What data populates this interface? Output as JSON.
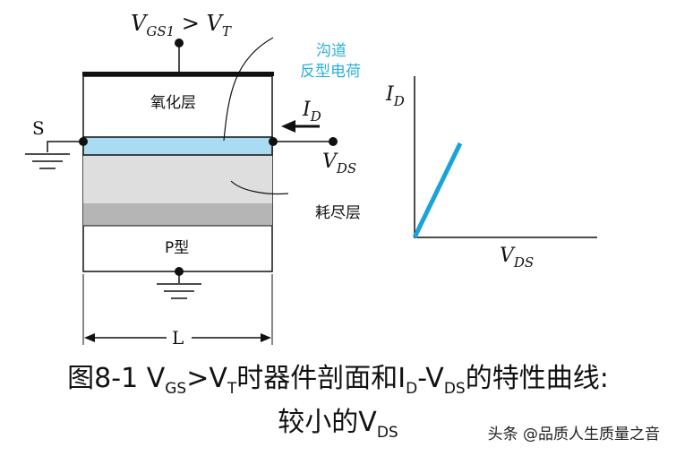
{
  "device": {
    "gate_label": {
      "v": "V",
      "sub": "GS1",
      "op": " > ",
      "v2": "V",
      "sub2": "T"
    },
    "channel_annotation": [
      "沟道",
      "反型电荷"
    ],
    "oxide_label": "氧化层",
    "source_label": "S",
    "current_label": {
      "v": "I",
      "sub": "D"
    },
    "drain_label": {
      "v": "V",
      "sub": "DS"
    },
    "depletion_label": "耗尽层",
    "substrate_label": "P型",
    "length_label": "L"
  },
  "graph": {
    "ylabel": {
      "v": "I",
      "sub": "D"
    },
    "xlabel": {
      "v": "V",
      "sub": "DS"
    },
    "curve_color": "#1aa3d9"
  },
  "caption": {
    "line1_parts": [
      "图8-1 V",
      "GS",
      ">V",
      "T",
      "时器件剖面和I",
      "D",
      "-V",
      "DS",
      "的特性曲线:"
    ],
    "line2_parts": [
      "较小的V",
      "DS"
    ]
  },
  "watermark": "头条 @品质人生质量之音",
  "colors": {
    "channel": "#a9dcf2",
    "depletion_light": "#dedede",
    "depletion_dark": "#b5b5b5",
    "annotation": "#2bb0dd"
  }
}
